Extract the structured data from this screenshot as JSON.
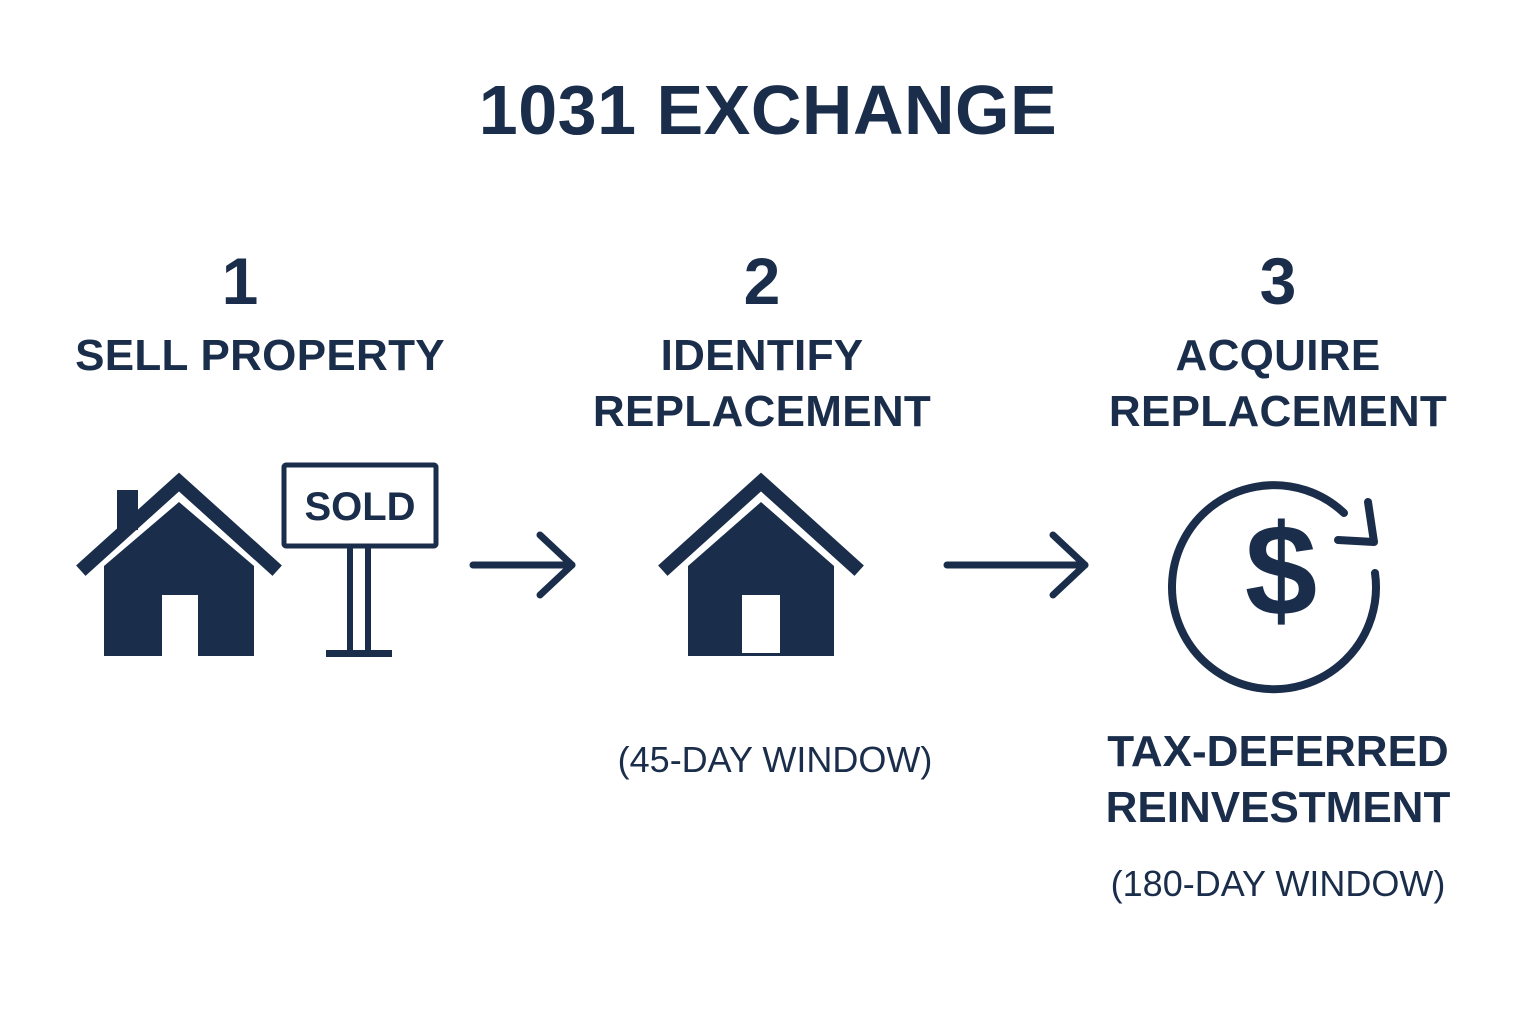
{
  "title": "1031 EXCHANGE",
  "colors": {
    "primary": "#1a2d4a",
    "background": "#ffffff"
  },
  "steps": [
    {
      "number": "1",
      "label_lines": [
        "SELL PROPERTY"
      ],
      "icons": [
        "house-icon",
        "sold-sign-icon"
      ],
      "sign_text": "SOLD"
    },
    {
      "number": "2",
      "label_lines": [
        "IDENTIFY",
        "REPLACEMENT"
      ],
      "icons": [
        "house-icon"
      ],
      "note": "(45-DAY WINDOW)"
    },
    {
      "number": "3",
      "label_lines": [
        "ACQUIRE",
        "REPLACEMENT"
      ],
      "icons": [
        "dollar-cycle-icon"
      ],
      "result_lines": [
        "TAX-DEFERRED",
        "REINVESTMENT"
      ],
      "note": "(180-DAY WINDOW)"
    }
  ],
  "connectors": [
    "arrow-right-icon",
    "arrow-right-icon"
  ]
}
